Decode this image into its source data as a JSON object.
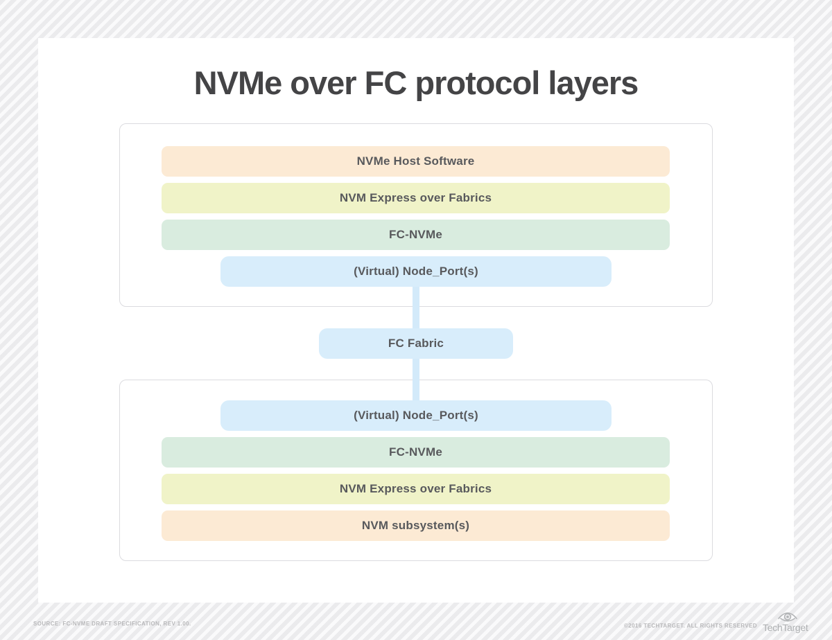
{
  "page": {
    "title": "NVMe over FC protocol layers"
  },
  "diagram": {
    "host_stack": {
      "layers": [
        {
          "label": "NVMe Host Software",
          "color": "#fcead4"
        },
        {
          "label": "NVM Express over Fabrics",
          "color": "#f0f3c8"
        },
        {
          "label": "FC-NVMe",
          "color": "#d9ecdf"
        },
        {
          "label": "(Virtual) Node_Port(s)",
          "color": "#d8edfb"
        }
      ]
    },
    "fabric_node": {
      "label": "FC Fabric",
      "color": "#d8edfb"
    },
    "target_stack": {
      "layers": [
        {
          "label": "(Virtual) Node_Port(s)",
          "color": "#d8edfb"
        },
        {
          "label": "FC-NVMe",
          "color": "#d9ecdf"
        },
        {
          "label": "NVM Express over Fabrics",
          "color": "#f0f3c8"
        },
        {
          "label": "NVM subsystem(s)",
          "color": "#fcead4"
        }
      ]
    },
    "connector_color": "#d3eafa"
  },
  "footer": {
    "source": "SOURCE: FC-NVME DRAFT SPECIFICATION, REV 1.00.",
    "copyright": "©2016 TECHTARGET. ALL RIGHTS RESERVED",
    "brand": "TechTarget",
    "brand_icon": "eye-target-icon"
  }
}
